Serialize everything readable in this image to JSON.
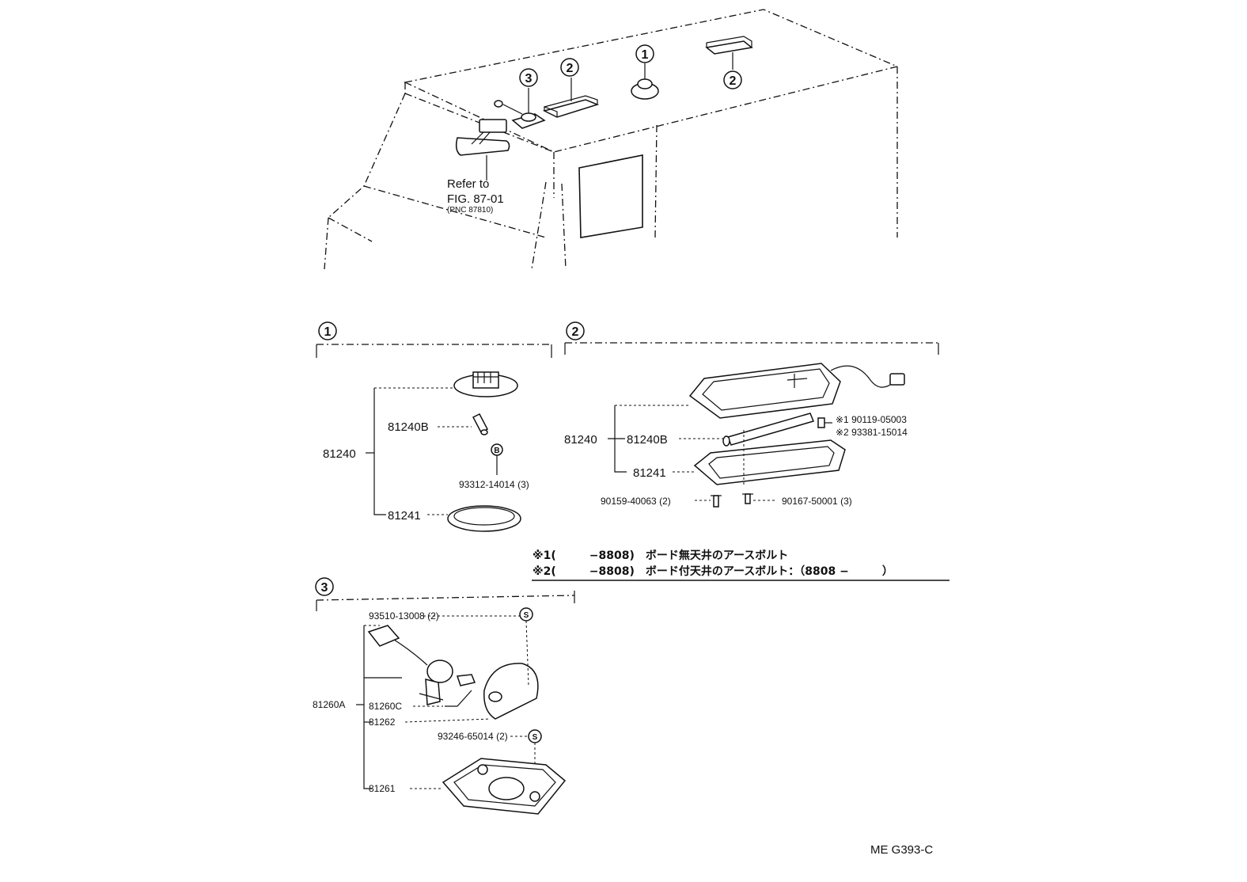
{
  "overview": {
    "refer_line1": "Refer to",
    "refer_line2": "FIG. 87-01",
    "refer_line3": "(PNC 87810)",
    "callouts": [
      "1",
      "2",
      "3",
      "2"
    ]
  },
  "section1": {
    "title": "1",
    "parts": {
      "assembly": "81240",
      "bulb": "81240B",
      "bulb_tag": "B",
      "bulb_code": "93312-14014 (3)",
      "lens": "81241"
    }
  },
  "section2": {
    "title": "2",
    "parts": {
      "assembly": "81240",
      "bulb": "81240B",
      "lens": "81241",
      "bolt1": "※1 90119-05003",
      "bolt2": "※2 93381-15014",
      "screw_left": "90159-40063 (2)",
      "screw_right": "90167-50001 (3)"
    },
    "notes": [
      "※1(　　　−8808)　ボード無天井のアースボルト",
      "※2(　　　−8808)　ボード付天井のアースボルト：（8808 −　　　）"
    ]
  },
  "section3": {
    "title": "3",
    "parts": {
      "screw_top": "93510-13008 (2)",
      "screw_tag": "S",
      "assembly": "81260A",
      "socket": "81260C",
      "cover": "81262",
      "screw_bottom": "93246-65014 (2)",
      "base": "81261"
    }
  },
  "footer": {
    "code": "ME  G393-C"
  }
}
